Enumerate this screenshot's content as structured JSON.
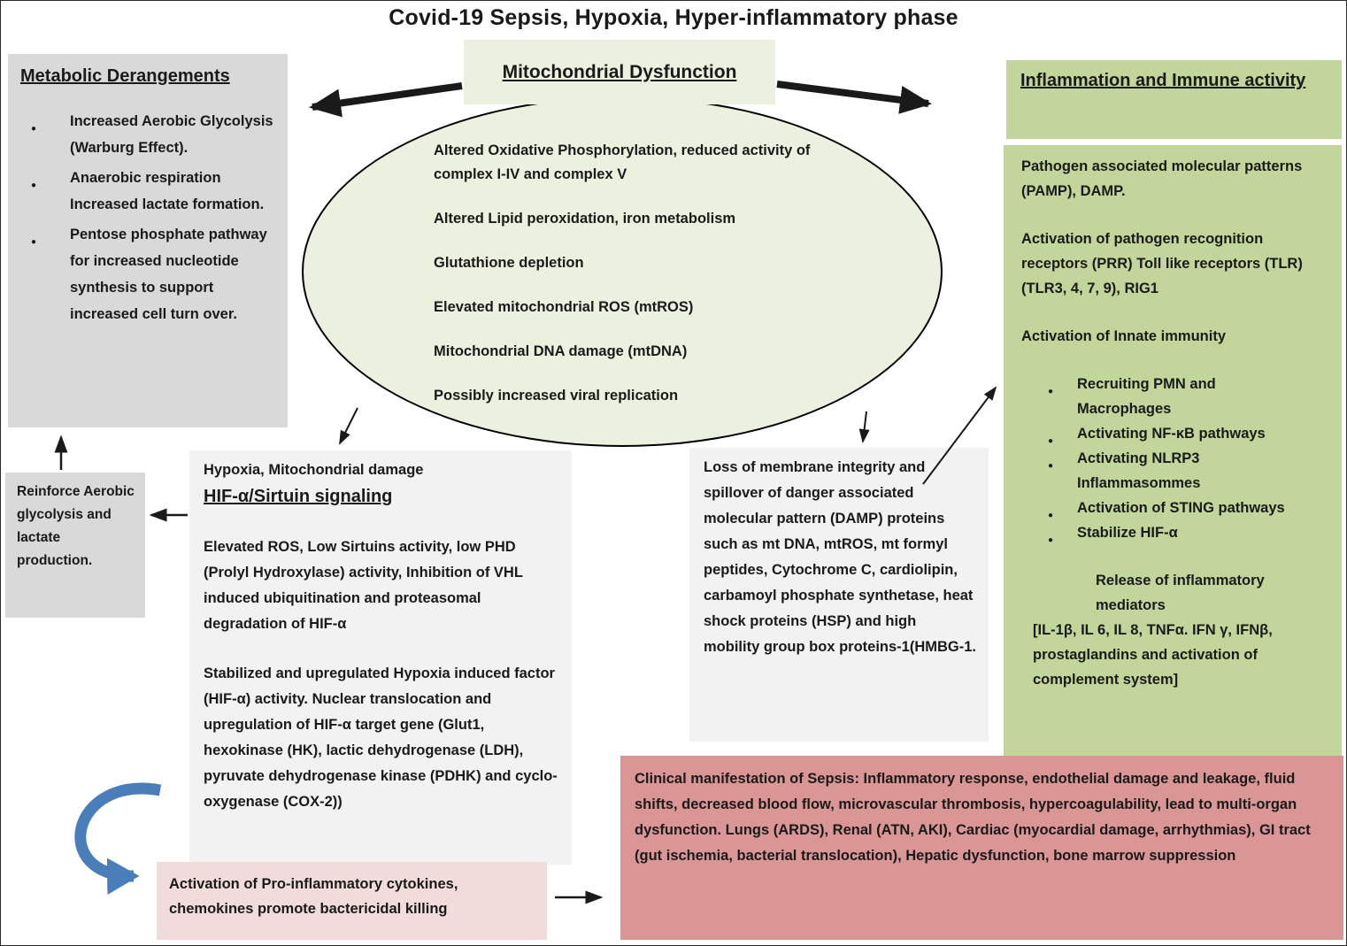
{
  "title": "Covid-19 Sepsis, Hypoxia, Hyper-inflammatory phase",
  "colors": {
    "gray_box": "#d9d9d9",
    "light_green_box": "#ebf1de",
    "green_box": "#c2d69b",
    "light_gray_box": "#f2f2f2",
    "pink_box": "#f2dcdb",
    "red_box": "#d99694",
    "blue_arrow": "#4a7ebb",
    "arrow_black": "#1a1a1a"
  },
  "metabolic": {
    "heading": "Metabolic Derangements",
    "bullets": [
      "Increased Aerobic Glycolysis (Warburg Effect).",
      "Anaerobic respiration Increased lactate formation.",
      "Pentose phosphate pathway for increased nucleotide synthesis to support increased cell turn over."
    ]
  },
  "mitochondrial": {
    "heading": "Mitochondrial Dysfunction"
  },
  "ellipse": {
    "items": [
      "Altered Oxidative Phosphorylation, reduced activity of complex I-IV and complex V",
      "Altered Lipid peroxidation, iron metabolism",
      "Glutathione depletion",
      "Elevated mitochondrial ROS (mtROS)",
      "Mitochondrial DNA damage (mtDNA)",
      "Possibly increased viral replication"
    ]
  },
  "inflammation": {
    "heading": "Inflammation and Immune activity",
    "para1": "Pathogen associated molecular patterns (PAMP), DAMP.",
    "para2": "Activation of pathogen recognition receptors (PRR) Toll like receptors (TLR) (TLR3, 4, 7, 9), RIG1",
    "para3": "Activation of Innate immunity",
    "bullets": [
      "Recruiting PMN and Macrophages",
      "Activating NF-κB pathways",
      "Activating NLRP3 Inflammasommes",
      "Activation of STING pathways",
      "Stabilize HIF-α"
    ],
    "release": "Release of inflammatory mediators",
    "mediators": "[IL-1β, IL 6, IL 8, TNFα. IFN γ, IFNβ, prostaglandins and activation of complement system]"
  },
  "reinforce": {
    "text": "Reinforce Aerobic glycolysis and lactate production."
  },
  "hif": {
    "intro": "Hypoxia, Mitochondrial damage",
    "heading": "HIF-α/Sirtuin signaling",
    "para1": "Elevated ROS, Low Sirtuins activity, low PHD (Prolyl Hydroxylase) activity, Inhibition of VHL induced ubiquitination and proteasomal degradation of HIF-α",
    "para2": "Stabilized and upregulated Hypoxia induced factor (HIF-α) activity. Nuclear translocation and upregulation of HIF-α target gene (Glut1, hexokinase (HK), lactic dehydrogenase (LDH), pyruvate dehydrogenase kinase (PDHK) and cyclo-oxygenase (COX-2))"
  },
  "damp": {
    "text": "Loss of membrane integrity and spillover of danger associated molecular pattern (DAMP) proteins such as mt DNA, mtROS, mt formyl peptides, Cytochrome C, cardiolipin, carbamoyl phosphate synthetase, heat shock proteins (HSP) and high mobility group box proteins-1(HMBG-1."
  },
  "cytokines": {
    "text": "Activation of Pro-inflammatory cytokines, chemokines promote bactericidal killing"
  },
  "clinical": {
    "text": "Clinical manifestation of Sepsis: Inflammatory response, endothelial damage and leakage, fluid shifts, decreased blood flow, microvascular thrombosis, hypercoagulability, lead to multi-organ dysfunction. Lungs (ARDS), Renal (ATN, AKI), Cardiac (myocardial damage, arrhythmias), GI tract (gut ischemia, bacterial translocation), Hepatic dysfunction, bone marrow suppression"
  }
}
